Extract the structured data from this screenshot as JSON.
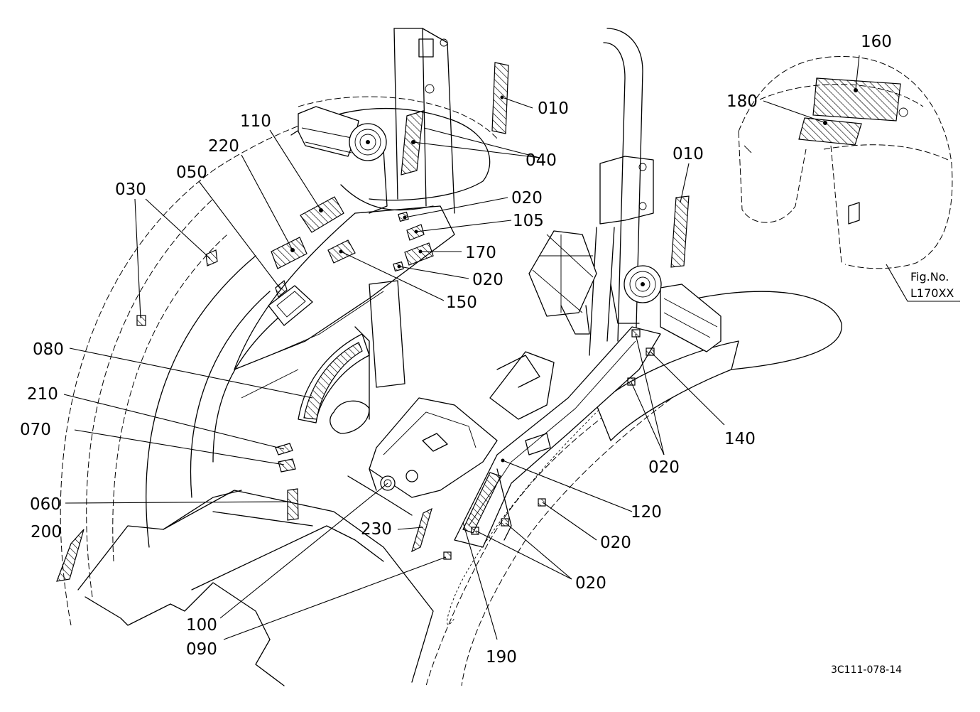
{
  "callouts": {
    "c010a": "010",
    "c010b": "010",
    "c020a": "020",
    "c020b": "020",
    "c020c": "020",
    "c020d": "020",
    "c020e": "020",
    "c030": "030",
    "c040": "040",
    "c050": "050",
    "c060": "060",
    "c070": "070",
    "c080": "080",
    "c090": "090",
    "c100": "100",
    "c105": "105",
    "c110": "110",
    "c120": "120",
    "c140": "140",
    "c150": "150",
    "c160": "160",
    "c170": "170",
    "c180": "180",
    "c190": "190",
    "c200": "200",
    "c210": "210",
    "c220": "220",
    "c230": "230"
  },
  "figure": {
    "fig_label": "Fig.No.",
    "fig_number": "L170XX",
    "drawing_code": "3C111-078-14"
  }
}
